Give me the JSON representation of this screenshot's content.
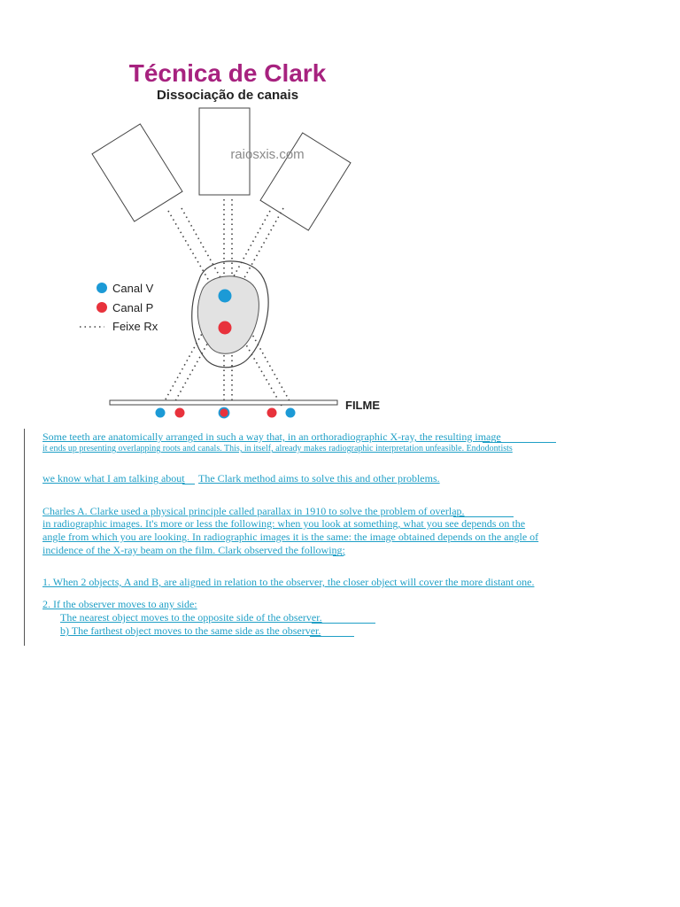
{
  "figure": {
    "title": "Técnica de Clark",
    "subtitle": "Dissociação de canais",
    "watermark": "raiosxis.com",
    "film_label": "FILME",
    "legend": [
      {
        "label": "Canal V",
        "color": "#1c9ad6",
        "symbol": "dot"
      },
      {
        "label": "Canal P",
        "color": "#e8323c",
        "symbol": "dot"
      },
      {
        "label": "Feixe Rx",
        "color": "#333333",
        "symbol": "dotted-line"
      }
    ],
    "colors": {
      "title": "#a7227f",
      "canal_v": "#1c9ad6",
      "canal_p": "#e8323c"
    }
  },
  "text": {
    "p1_line1": "Some teeth are anatomically arranged in such a way that, in an orthoradiographic X-ray, the resulting image",
    "p1_line2": "it ends up presenting overlapping roots and canals. This, in itself, already makes radiographic interpretation unfeasible. Endodontists",
    "p2_a": "we know what I am talking about",
    "p2_b": "The Clark method aims to solve this and other problems.",
    "p3_line1": "Charles A. Clarke used a physical principle called parallax in 1910 to solve the problem of overlap.",
    "p3_line2": "in radiographic images. It's more or less the following: when you look at something, what you see depends on the",
    "p3_line3": "angle from which you are looking. In radiographic images it is the same: the image obtained depends on the angle of",
    "p3_line4": "incidence of the X-ray beam on the film. Clark observed the following:",
    "item1": "1.  When  2  objects,  A  and  B,  are  aligned  in  relation  to  the  observer,  the  closer  object  will  cover  the  more  distant  one.",
    "item2": "2.  If  the  observer  moves  to  any  side:",
    "item2a": "The nearest object moves to the opposite side of the observer.",
    "item2b": "b) The farthest object moves to the same side as the observer."
  },
  "colors": {
    "link_text": "#1f9fc6"
  }
}
